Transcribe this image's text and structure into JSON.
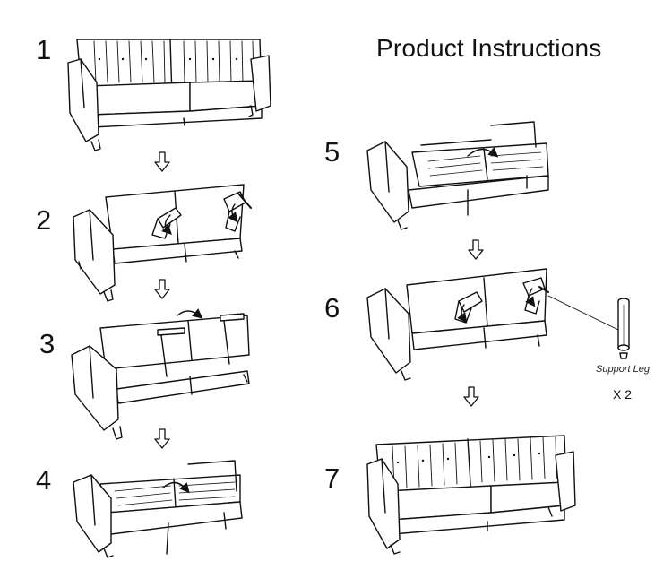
{
  "title": "Product Instructions",
  "steps": [
    {
      "number": "1",
      "state": "sofa"
    },
    {
      "number": "2",
      "state": "backrest-lifted-tilted"
    },
    {
      "number": "3",
      "state": "backrest-lifted-flat"
    },
    {
      "number": "4",
      "state": "flat-bed"
    },
    {
      "number": "5",
      "state": "flat-bed"
    },
    {
      "number": "6",
      "state": "backrest-lifted-with-support-leg"
    },
    {
      "number": "7",
      "state": "sofa"
    }
  ],
  "accessory": {
    "caption": "Support Leg",
    "quantity": "X 2"
  },
  "colors": {
    "line": "#111111",
    "background": "#ffffff"
  }
}
